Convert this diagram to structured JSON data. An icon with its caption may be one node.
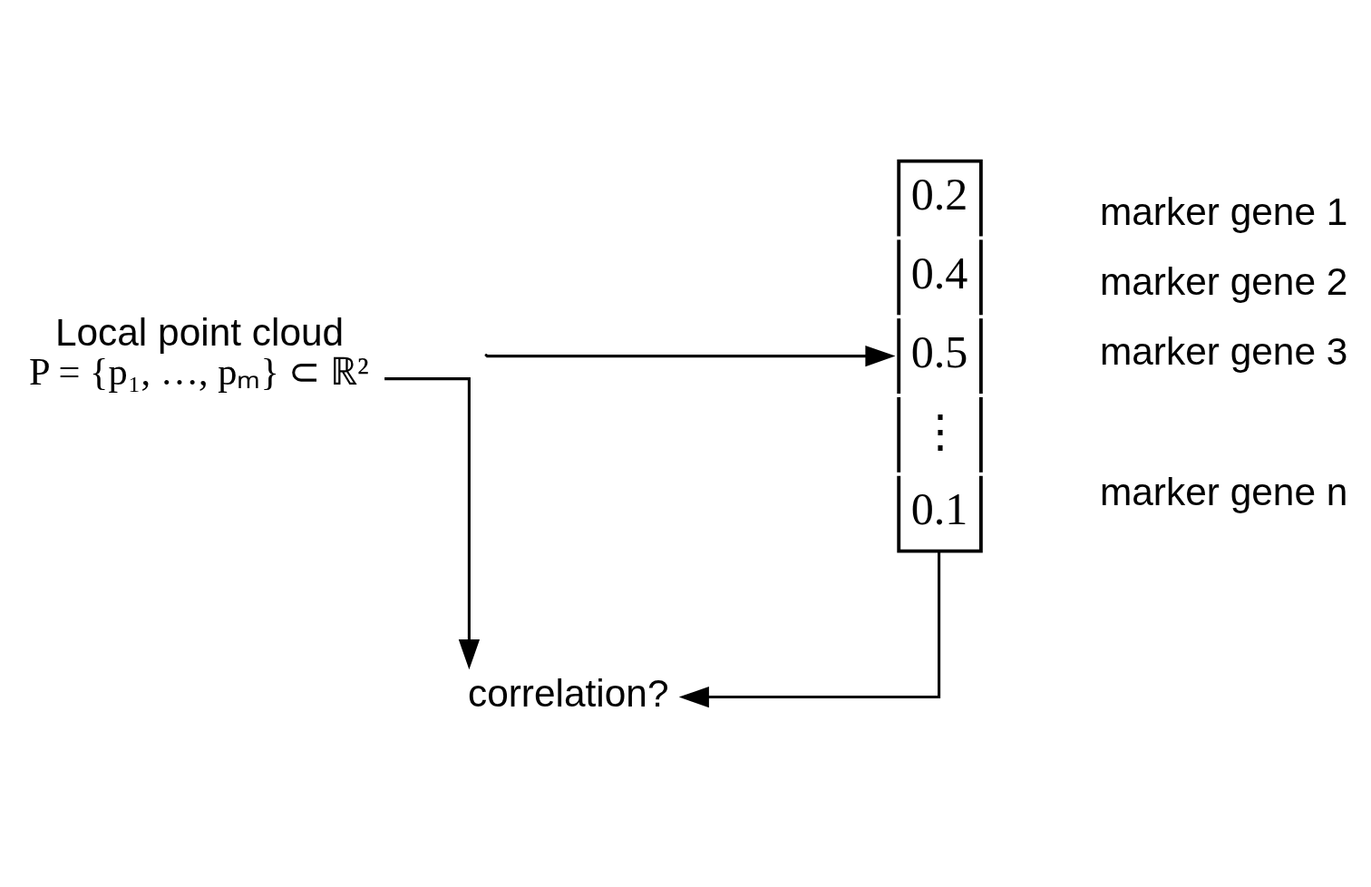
{
  "diagram": {
    "nodes": [
      {
        "text": [
          "Local point cloud",
          "P = {p₁, …, pₘ} ⊂ ℝ²"
        ]
      },
      {
        "text": [
          "0.2",
          "0.4",
          "0.5",
          "⋮",
          "0.1"
        ],
        "beside": [
          "marker gene 1",
          "marker gene 2",
          "marker gene 3",
          "marker gene n"
        ]
      },
      {
        "text": [
          "correlation?"
        ]
      }
    ],
    "edges": [
      {
        "from": null,
        "to": 1,
        "arrow": "to"
      },
      {
        "from": 0,
        "to": 2,
        "arrow": "to"
      },
      {
        "from": 1,
        "to": 2,
        "arrow": "to"
      }
    ]
  }
}
